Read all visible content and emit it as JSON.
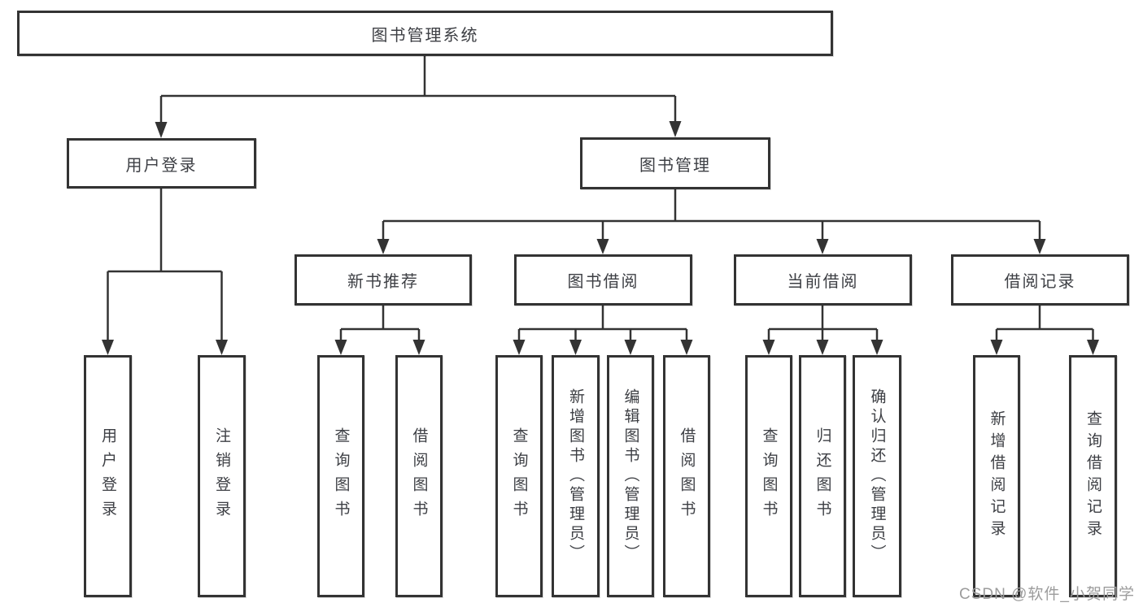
{
  "diagram": {
    "root": {
      "label": "图书管理系统",
      "children": [
        {
          "label": "用户登录",
          "children": [
            {
              "label": "用户登录"
            },
            {
              "label": "注销登录"
            }
          ]
        },
        {
          "label": "图书管理",
          "children": [
            {
              "label": "新书推荐",
              "children": [
                {
                  "label": "查询图书"
                },
                {
                  "label": "借阅图书"
                }
              ]
            },
            {
              "label": "图书借阅",
              "children": [
                {
                  "label": "查询图书"
                },
                {
                  "label": "新增图书（管理员）"
                },
                {
                  "label": "编辑图书（管理员）"
                },
                {
                  "label": "借阅图书"
                }
              ]
            },
            {
              "label": "当前借阅",
              "children": [
                {
                  "label": "查询图书"
                },
                {
                  "label": "归还图书"
                },
                {
                  "label": "确认归还（管理员）"
                }
              ]
            },
            {
              "label": "借阅记录",
              "children": [
                {
                  "label": "新增借阅记录"
                },
                {
                  "label": "查询借阅记录"
                }
              ]
            }
          ]
        }
      ]
    }
  },
  "watermark": {
    "text": "CSDN @软件_小贺同学"
  },
  "colors": {
    "line": "#333333",
    "box_border": "#333333",
    "text": "#3d3f44",
    "watermark": "#9c9c9c",
    "background": "#ffffff"
  }
}
